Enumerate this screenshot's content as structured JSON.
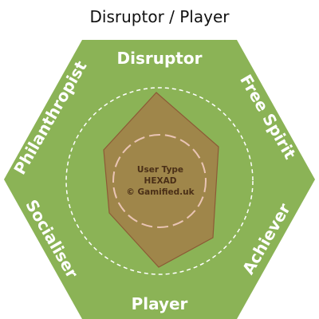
{
  "title": "Disruptor / Player",
  "hexad": {
    "labels": {
      "top": "Disruptor",
      "upper_right": "Free Spirit",
      "lower_right": "Achiever",
      "bottom": "Player",
      "lower_left": "Socialiser",
      "upper_left": "Philanthropist"
    },
    "center": {
      "line1": "User Type",
      "line2": "HEXAD",
      "line3": "© Gamified.uk"
    },
    "colors": {
      "hexagon_fill": "#8bb356",
      "profile_fill": "#a0844a",
      "profile_stroke": "#8c5a36",
      "inner_dash_circle": "#e9c4b4",
      "outer_dash_circle": "#ffffff",
      "label_text": "#ffffff",
      "center_text": "#4a2f17"
    }
  }
}
